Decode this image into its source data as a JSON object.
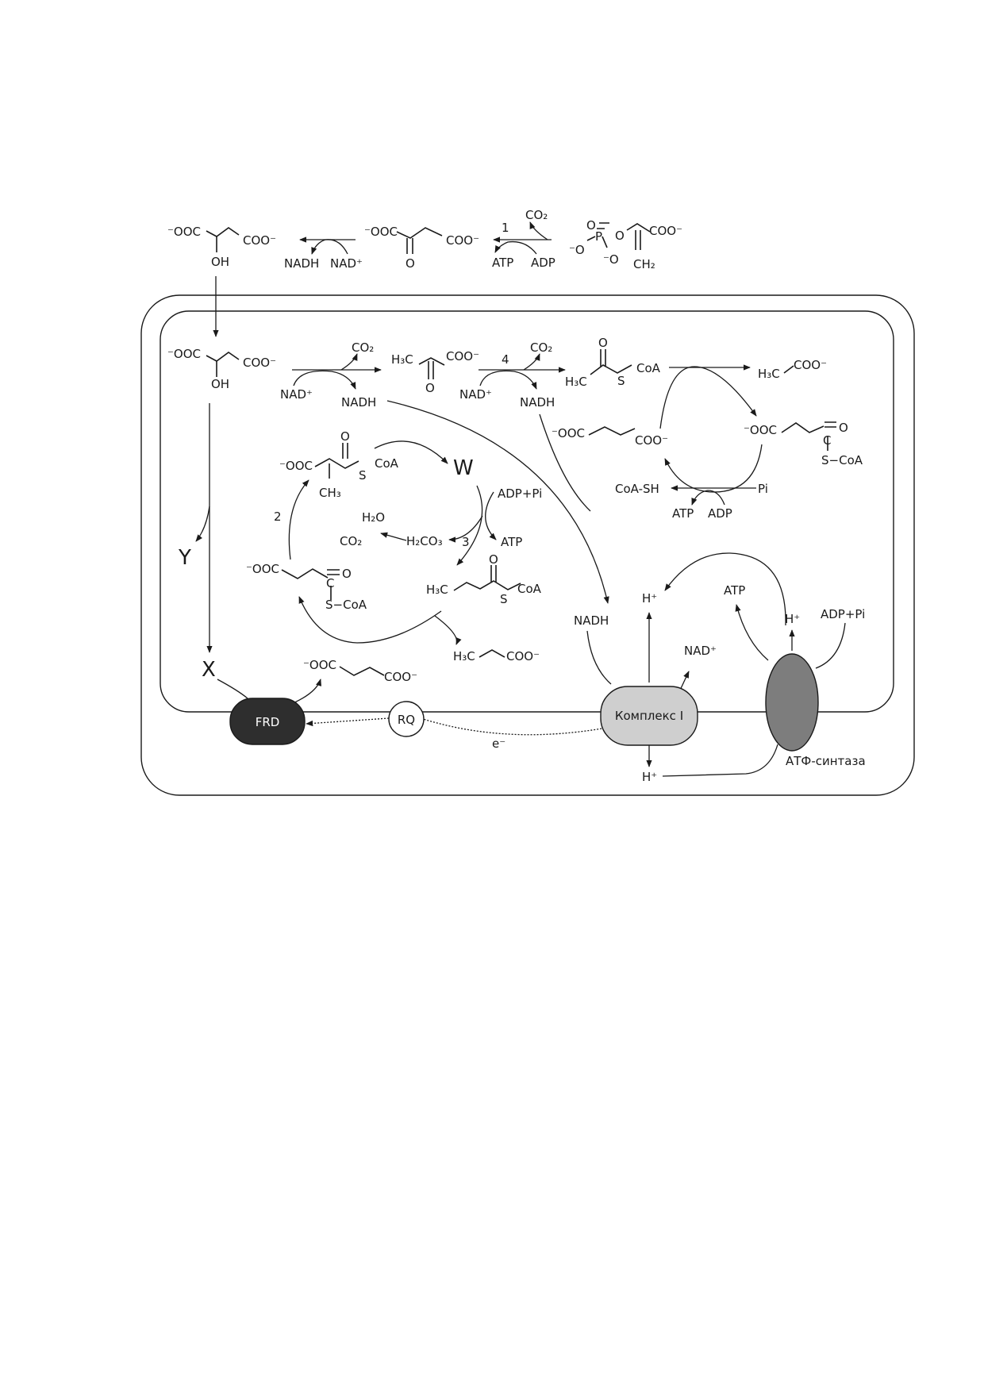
{
  "metabolites": {
    "coo_minus": "COO⁻",
    "minus_ooc": "⁻OOC",
    "oh": "OH",
    "o": "O",
    "nadh": "NADH",
    "nad_plus": "NAD⁺",
    "co2": "CO₂",
    "atp": "ATP",
    "adp": "ADP",
    "adp_pi": "ADP+Pi",
    "h_plus": "H⁺",
    "coa": "CoA",
    "s_coa": "S−CoA",
    "s": "S",
    "coa_sh": "CoA-SH",
    "pi": "Pi",
    "h3c": "H₃C",
    "ch3": "CH₃",
    "ch2": "CH₂",
    "h2o": "H₂O",
    "h2co3": "H₂CO₃",
    "c": "C",
    "p": "P",
    "minus_o": "⁻O",
    "electron": "e⁻"
  },
  "labels": {
    "w": "W",
    "y": "Y",
    "x": "X",
    "step_1": "1",
    "step_2": "2",
    "step_3": "3",
    "step_4": "4"
  },
  "complexes": {
    "frd": "FRD",
    "rq": "RQ",
    "complex_i": "Комплекс I",
    "atp_synthase": "АТФ-синтаза"
  },
  "colors": {
    "frd_fill": "#2e2e2e",
    "complex_i_fill": "#cfcfcf",
    "atp_synthase_fill": "#7d7d7d",
    "line": "#1a1a1a"
  }
}
